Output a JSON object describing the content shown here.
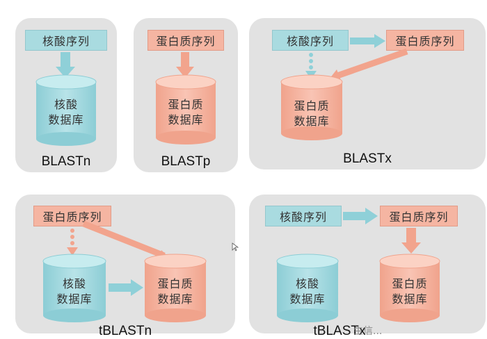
{
  "labels": {
    "nucleotide_seq": "核酸序列",
    "protein_seq": "蛋白质序列",
    "nucleotide_db_1": "核酸",
    "nucleotide_db_2": "数据库",
    "protein_db_1": "蛋白质",
    "protein_db_2": "数据库"
  },
  "captions": {
    "blastn": "BLASTn",
    "blastp": "BLASTp",
    "blastx": "BLASTx",
    "tblastn": "tBLASTn",
    "tblastx": "tBLASTx"
  },
  "watermark": "生信...",
  "colors": {
    "nucleotide": "#a9dbe0",
    "protein": "#f5b5a2",
    "panel": "#e2e2e2",
    "arrow_nuc": "#8fd0d8",
    "arrow_pro": "#f2a48d"
  }
}
